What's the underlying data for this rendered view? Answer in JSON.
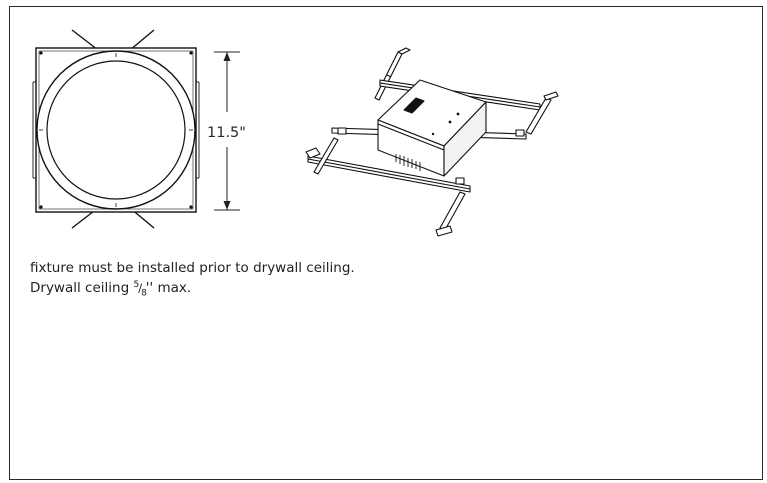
{
  "diagram": {
    "dimension_label": "11.5\"",
    "notes": {
      "line1": "fixture must be installed prior to drywall ceiling.",
      "line2_prefix": "Drywall ceiling ",
      "fraction_num": "5",
      "fraction_den": "8",
      "line2_suffix": "'' max."
    }
  }
}
